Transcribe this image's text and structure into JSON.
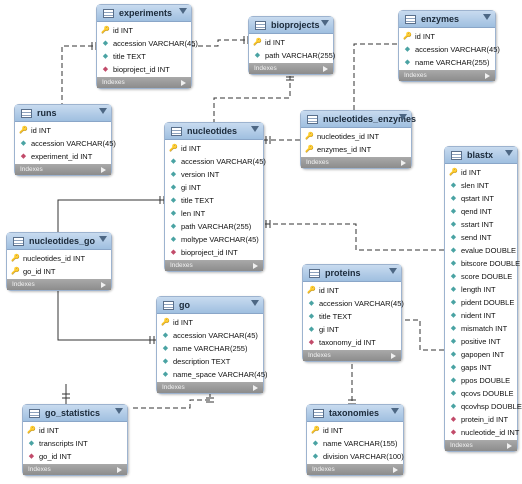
{
  "indexes_label": "Indexes",
  "tables": [
    {
      "key": "experiments",
      "name": "experiments",
      "columns": [
        {
          "text": "id INT",
          "icon": "primary-key-icon"
        },
        {
          "text": "accession VARCHAR(45)",
          "icon": "column-icon"
        },
        {
          "text": "title TEXT",
          "icon": "column-icon"
        },
        {
          "text": "bioproject_id INT",
          "icon": "foreign-key-diamond-icon"
        }
      ]
    },
    {
      "key": "bioprojects",
      "name": "bioprojects",
      "columns": [
        {
          "text": "id INT",
          "icon": "primary-key-icon"
        },
        {
          "text": "path VARCHAR(255)",
          "icon": "column-icon"
        }
      ]
    },
    {
      "key": "enzymes",
      "name": "enzymes",
      "columns": [
        {
          "text": "id INT",
          "icon": "primary-key-icon"
        },
        {
          "text": "accession VARCHAR(45)",
          "icon": "column-icon"
        },
        {
          "text": "name VARCHAR(255)",
          "icon": "column-icon"
        }
      ]
    },
    {
      "key": "runs",
      "name": "runs",
      "columns": [
        {
          "text": "id INT",
          "icon": "primary-key-icon"
        },
        {
          "text": "accession VARCHAR(45)",
          "icon": "column-icon"
        },
        {
          "text": "experiment_id INT",
          "icon": "foreign-key-diamond-icon"
        }
      ]
    },
    {
      "key": "nucleotides",
      "name": "nucleotides",
      "columns": [
        {
          "text": "id INT",
          "icon": "primary-key-icon"
        },
        {
          "text": "accession VARCHAR(45)",
          "icon": "column-icon"
        },
        {
          "text": "version INT",
          "icon": "column-icon"
        },
        {
          "text": "gi INT",
          "icon": "column-icon"
        },
        {
          "text": "title TEXT",
          "icon": "column-icon"
        },
        {
          "text": "len INT",
          "icon": "column-icon"
        },
        {
          "text": "path VARCHAR(255)",
          "icon": "column-icon"
        },
        {
          "text": "moltype VARCHAR(45)",
          "icon": "column-icon"
        },
        {
          "text": "bioproject_id INT",
          "icon": "foreign-key-diamond-icon"
        }
      ]
    },
    {
      "key": "nucleotides_enzymes",
      "name": "nucleotides_enzymes",
      "columns": [
        {
          "text": "nucleotides_id INT",
          "icon": "foreign-primary-key-icon"
        },
        {
          "text": "enzymes_id INT",
          "icon": "foreign-primary-key-icon"
        }
      ]
    },
    {
      "key": "blastx",
      "name": "blastx",
      "columns": [
        {
          "text": "id INT",
          "icon": "primary-key-icon"
        },
        {
          "text": "slen INT",
          "icon": "column-icon"
        },
        {
          "text": "qstart INT",
          "icon": "column-icon"
        },
        {
          "text": "qend INT",
          "icon": "column-icon"
        },
        {
          "text": "sstart INT",
          "icon": "column-icon"
        },
        {
          "text": "send INT",
          "icon": "column-icon"
        },
        {
          "text": "evalue DOUBLE",
          "icon": "column-icon"
        },
        {
          "text": "bitscore DOUBLE",
          "icon": "column-icon"
        },
        {
          "text": "score DOUBLE",
          "icon": "column-icon"
        },
        {
          "text": "length INT",
          "icon": "column-icon"
        },
        {
          "text": "pident DOUBLE",
          "icon": "column-icon"
        },
        {
          "text": "nident INT",
          "icon": "column-icon"
        },
        {
          "text": "mismatch INT",
          "icon": "column-icon"
        },
        {
          "text": "positive INT",
          "icon": "column-icon"
        },
        {
          "text": "gapopen INT",
          "icon": "column-icon"
        },
        {
          "text": "gaps INT",
          "icon": "column-icon"
        },
        {
          "text": "ppos DOUBLE",
          "icon": "column-icon"
        },
        {
          "text": "qcovs DOUBLE",
          "icon": "column-icon"
        },
        {
          "text": "qcovhsp DOUBLE",
          "icon": "column-icon"
        },
        {
          "text": "protein_id INT",
          "icon": "foreign-key-diamond-icon"
        },
        {
          "text": "nucleotide_id INT",
          "icon": "foreign-key-diamond-icon"
        }
      ]
    },
    {
      "key": "nucleotides_go",
      "name": "nucleotides_go",
      "columns": [
        {
          "text": "nucleotides_id INT",
          "icon": "foreign-primary-key-icon"
        },
        {
          "text": "go_id INT",
          "icon": "foreign-primary-key-icon"
        }
      ]
    },
    {
      "key": "proteins",
      "name": "proteins",
      "columns": [
        {
          "text": "id INT",
          "icon": "primary-key-icon"
        },
        {
          "text": "accession VARCHAR(45)",
          "icon": "column-icon"
        },
        {
          "text": "title TEXT",
          "icon": "column-icon"
        },
        {
          "text": "gi INT",
          "icon": "column-icon"
        },
        {
          "text": "taxonomy_id INT",
          "icon": "foreign-key-diamond-icon"
        }
      ]
    },
    {
      "key": "go",
      "name": "go",
      "columns": [
        {
          "text": "id INT",
          "icon": "primary-key-icon"
        },
        {
          "text": "accession VARCHAR(45)",
          "icon": "column-icon"
        },
        {
          "text": "name VARCHAR(255)",
          "icon": "column-icon"
        },
        {
          "text": "description TEXT",
          "icon": "column-icon"
        },
        {
          "text": "name_space VARCHAR(45)",
          "icon": "column-icon"
        }
      ]
    },
    {
      "key": "go_statistics",
      "name": "go_statistics",
      "columns": [
        {
          "text": "id INT",
          "icon": "primary-key-icon"
        },
        {
          "text": "transcripts INT",
          "icon": "column-icon"
        },
        {
          "text": "go_id INT",
          "icon": "foreign-key-diamond-icon"
        }
      ]
    },
    {
      "key": "taxonomies",
      "name": "taxonomies",
      "columns": [
        {
          "text": "id INT",
          "icon": "primary-key-icon"
        },
        {
          "text": "name VARCHAR(155)",
          "icon": "column-icon"
        },
        {
          "text": "division VARCHAR(100)",
          "icon": "column-icon"
        }
      ]
    }
  ],
  "relationships": [
    {
      "from": "runs",
      "to": "experiments"
    },
    {
      "from": "experiments",
      "to": "bioprojects"
    },
    {
      "from": "nucleotides",
      "to": "bioprojects"
    },
    {
      "from": "nucleotides_enzymes",
      "to": "enzymes"
    },
    {
      "from": "nucleotides_enzymes",
      "to": "nucleotides"
    },
    {
      "from": "blastx",
      "to": "nucleotides"
    },
    {
      "from": "blastx",
      "to": "proteins"
    },
    {
      "from": "nucleotides_go",
      "to": "nucleotides"
    },
    {
      "from": "nucleotides_go",
      "to": "go"
    },
    {
      "from": "proteins",
      "to": "taxonomies"
    },
    {
      "from": "go_statistics",
      "to": "go"
    }
  ]
}
